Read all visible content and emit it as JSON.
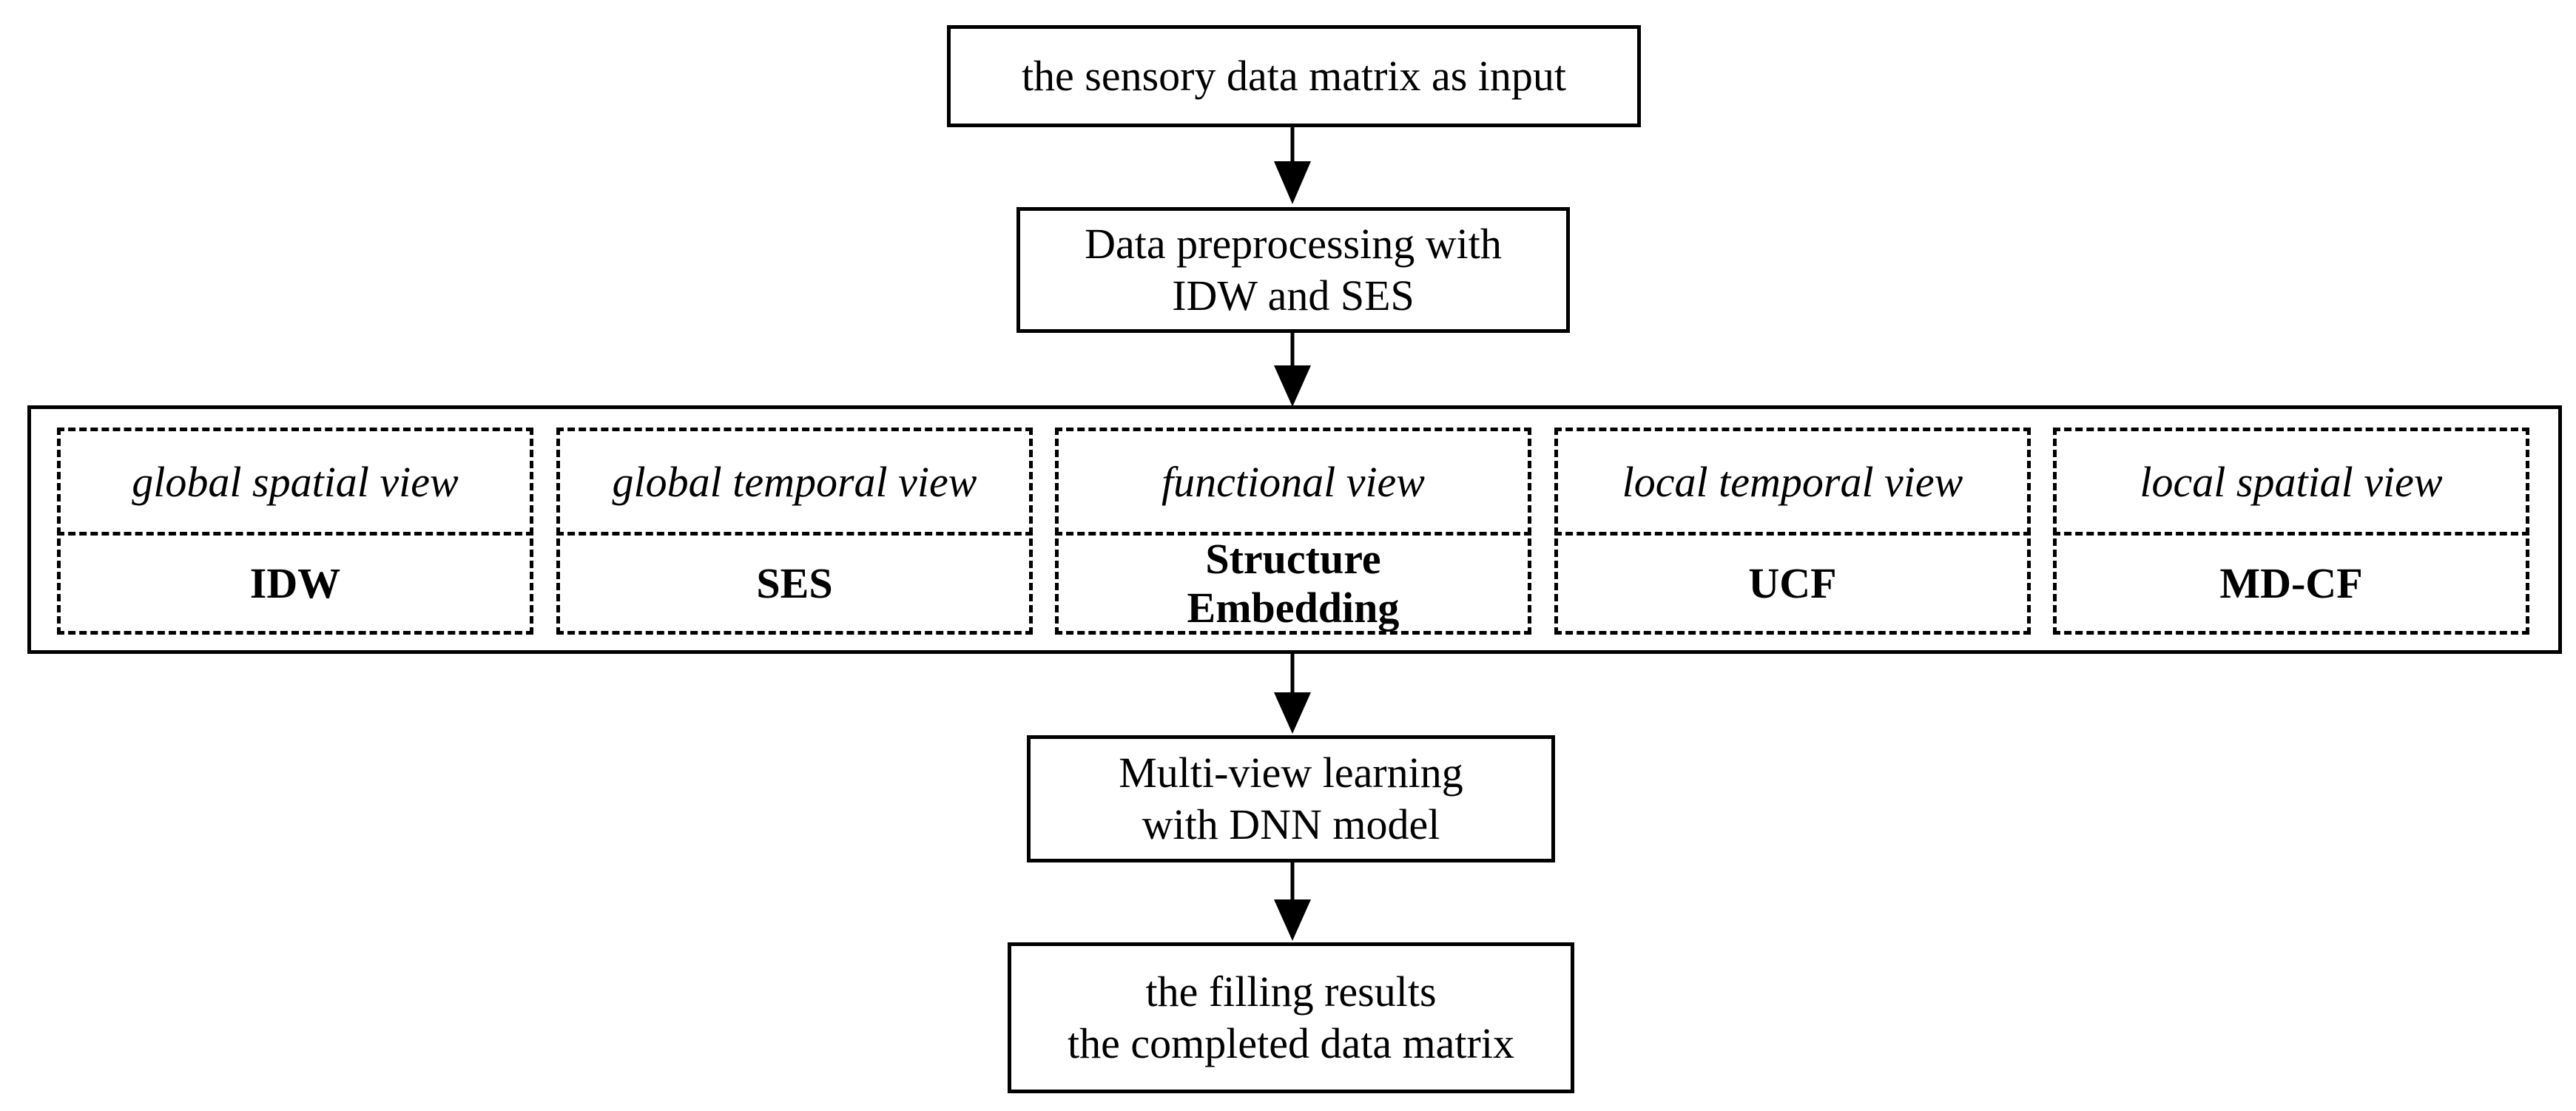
{
  "steps": {
    "input": "the sensory data matrix as input",
    "preprocess_line1": "Data preprocessing with",
    "preprocess_line2": "IDW and SES",
    "learning_line1": "Multi-view learning",
    "learning_line2": "with DNN model",
    "output_line1": "the filling results",
    "output_line2": "the completed data matrix"
  },
  "views": [
    {
      "name": "global spatial view",
      "method": "IDW"
    },
    {
      "name": "global temporal view",
      "method": "SES"
    },
    {
      "name": "functional view",
      "method": "Structure Embedding",
      "method_line1": "Structure",
      "method_line2": "Embedding"
    },
    {
      "name": "local temporal view",
      "method": "UCF"
    },
    {
      "name": "local spatial view",
      "method": "MD-CF"
    }
  ]
}
